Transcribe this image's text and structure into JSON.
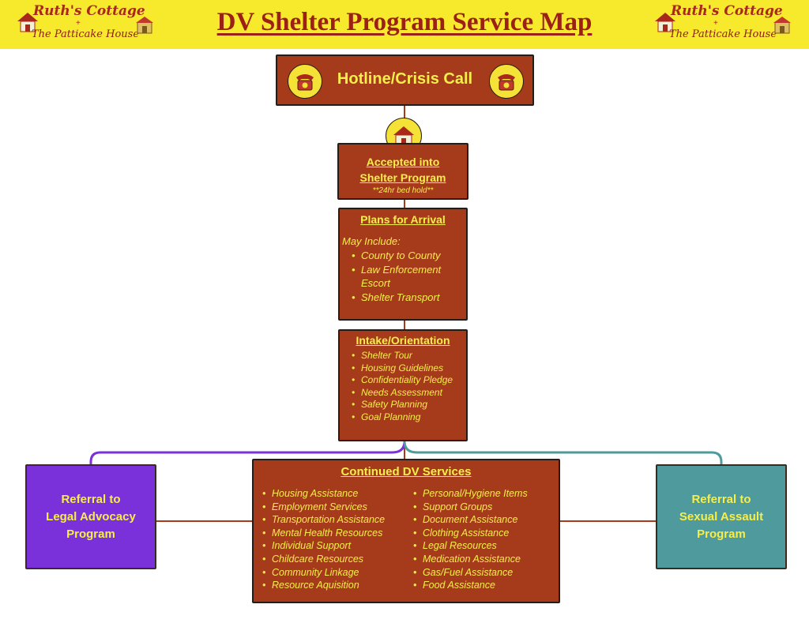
{
  "header": {
    "title": "DV Shelter Program Service Map",
    "logo_line1": "Ruth's Cottage",
    "logo_plus": "+",
    "logo_line2": "The Patticake House"
  },
  "colors": {
    "header_bg": "#f7e92c",
    "box_fill": "#a63b1c",
    "box_text": "#f6ee4a",
    "legal_fill": "#7a31d9",
    "sexual_fill": "#4e9a9c",
    "title_color": "#9c2016"
  },
  "hotline": {
    "label": "Hotline/Crisis Call",
    "icon": "telephone-icon"
  },
  "house_icon": "house-icon",
  "accepted": {
    "line1": "Accepted into",
    "line2": "Shelter Program",
    "note": "**24hr bed hold**"
  },
  "plans": {
    "heading": "Plans for Arrival",
    "subheading": "May Include:",
    "items": [
      "County to County",
      "Law Enforcement Escort",
      "Shelter Transport"
    ]
  },
  "intake": {
    "heading": "Intake/Orientation",
    "items": [
      "Shelter Tour",
      "Housing Guidelines",
      "Confidentiality Pledge",
      "Needs Assessment",
      "Safety Planning",
      "Goal Planning"
    ]
  },
  "continued": {
    "heading": "Continued DV Services",
    "col1": [
      "Housing Assistance",
      "Employment Services",
      "Transportation Assistance",
      "Mental Health Resources",
      "Individual Support",
      "Childcare Resources",
      "Community Linkage",
      "Resource Aquisition"
    ],
    "col2": [
      "Personal/Hygiene Items",
      "Support Groups",
      "Document Assistance",
      "Clothing Assistance",
      "Legal Resources",
      "Medication Assistance",
      "Gas/Fuel Assistance",
      "Food Assistance"
    ]
  },
  "referral_legal": {
    "line1": "Referral to",
    "line2": "Legal Advocacy",
    "line3": "Program"
  },
  "referral_sexual": {
    "line1": "Referral to",
    "line2": "Sexual Assault",
    "line3": "Program"
  }
}
